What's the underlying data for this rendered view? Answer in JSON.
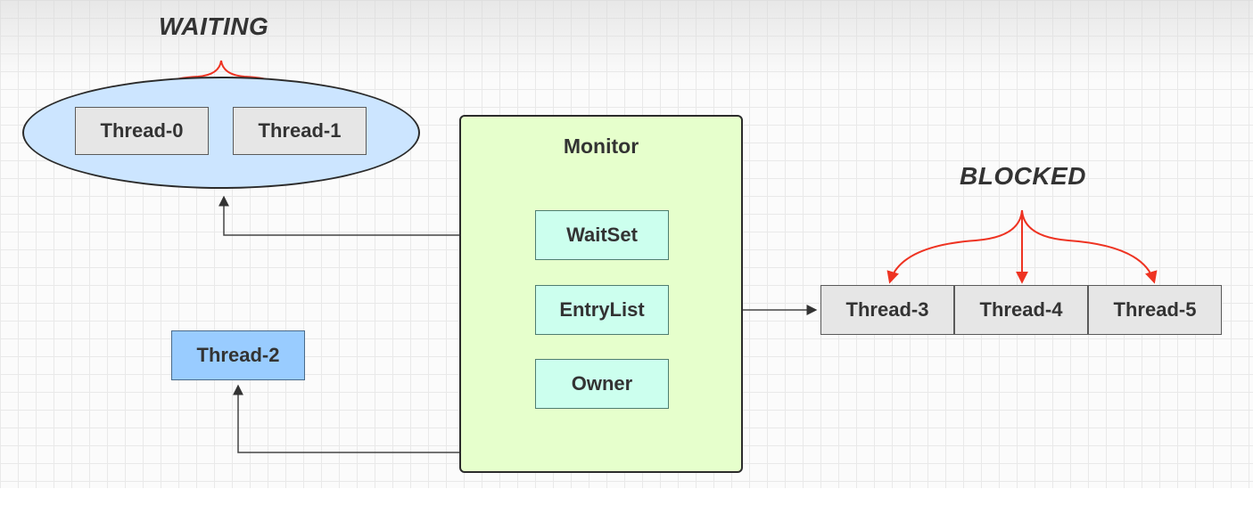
{
  "labels": {
    "waiting": "WAITING",
    "blocked": "BLOCKED"
  },
  "waiting_threads": [
    "Thread-0",
    "Thread-1"
  ],
  "owner_thread": "Thread-2",
  "monitor": {
    "title": "Monitor",
    "wait_set": "WaitSet",
    "entry_list": "EntryList",
    "owner": "Owner"
  },
  "blocked_threads": [
    "Thread-3",
    "Thread-4",
    "Thread-5"
  ],
  "colors": {
    "red_arrow": "#ee3322",
    "connector": "#444444",
    "waiting_oval": "#cce5ff",
    "monitor_fill": "#e6ffcc",
    "monitor_slot": "#ccffee",
    "thread_gray": "#e6e6e6",
    "thread_blue": "#99ccff"
  }
}
